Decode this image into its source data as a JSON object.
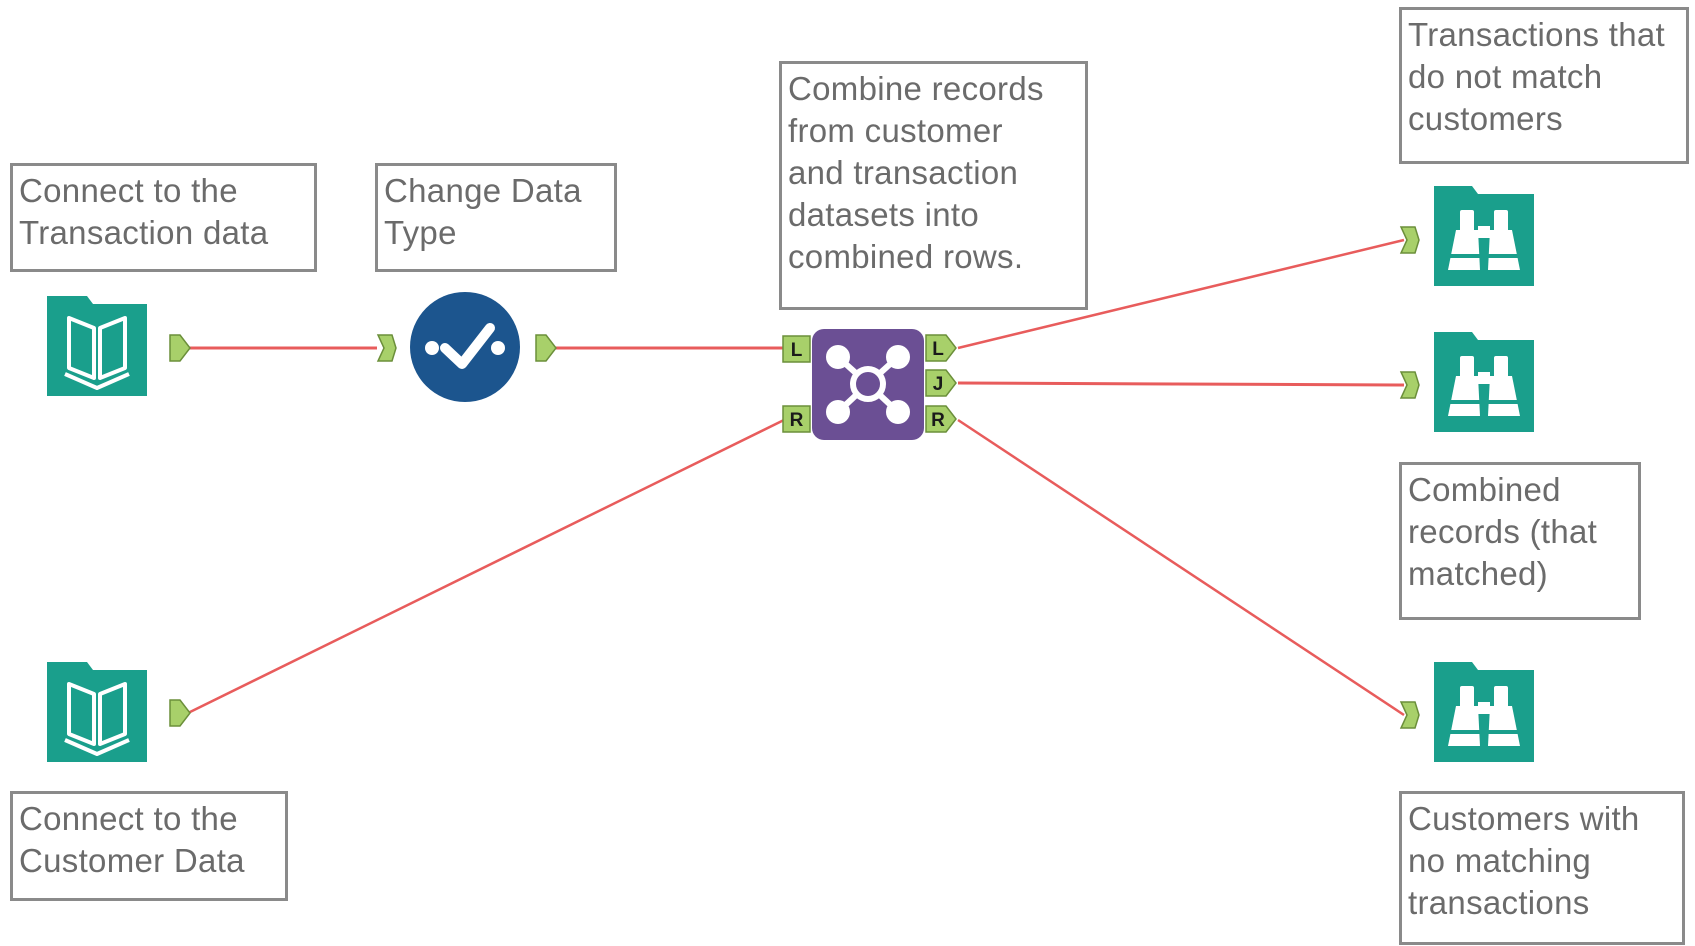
{
  "annotations": {
    "connect_transaction": "Connect to the\nTransaction data",
    "change_data_type": "Change Data\nType",
    "join_desc": "Combine records\nfrom customer\nand transaction\ndatasets into\ncombined rows.",
    "left_output_desc": "Transactions that\ndo not match\ncustomers",
    "join_output_desc": "Combined\nrecords (that\nmatched)",
    "right_output_desc": "Customers with\nno matching\ntransactions",
    "connect_customer": "Connect to the\nCustomer Data"
  },
  "anchors": {
    "left": "L",
    "join": "J",
    "right": "R"
  },
  "tools": {
    "input_transaction": "book-icon",
    "select": "checkmark-icon",
    "join": "join-hub-icon",
    "browse_left": "binoculars-icon",
    "browse_join": "binoculars-icon",
    "browse_right": "binoculars-icon",
    "input_customer": "book-icon"
  },
  "colors": {
    "input_tool": "#1a9f8c",
    "select_tool": "#1c558e",
    "join_tool": "#6b4f94",
    "browse_tool": "#1a9f8c",
    "connection": "#e85c5c",
    "anchor": "#a8d06a"
  }
}
